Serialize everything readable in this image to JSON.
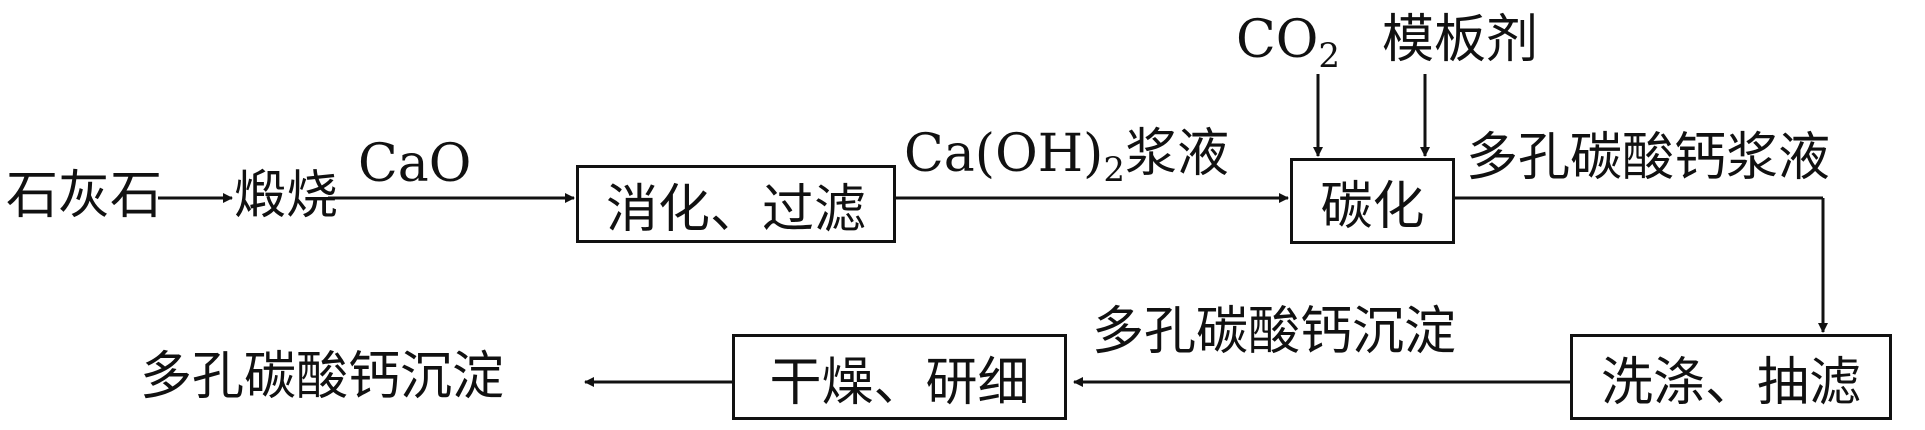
{
  "diagram": {
    "nodes": {
      "limestone": "石灰石",
      "calcine": "煅烧",
      "slake_filter": "消化、过滤",
      "carbonize": "碳化",
      "wash_filter": "洗涤、抽滤",
      "dry_grind": "干燥、研细",
      "final_product": "多孔碳酸钙沉淀"
    },
    "edges": {
      "cao": "CaO",
      "caoh2_pre": "Ca(OH)",
      "caoh2_sub": "2",
      "caoh2_post": "浆液",
      "co2_main": "CO",
      "co2_sub": "2",
      "template": "模板剂",
      "porous_slurry": "多孔碳酸钙浆液",
      "porous_precipitate": "多孔碳酸钙沉淀"
    },
    "colors": {
      "line": "#111111",
      "background": "#ffffff"
    }
  }
}
